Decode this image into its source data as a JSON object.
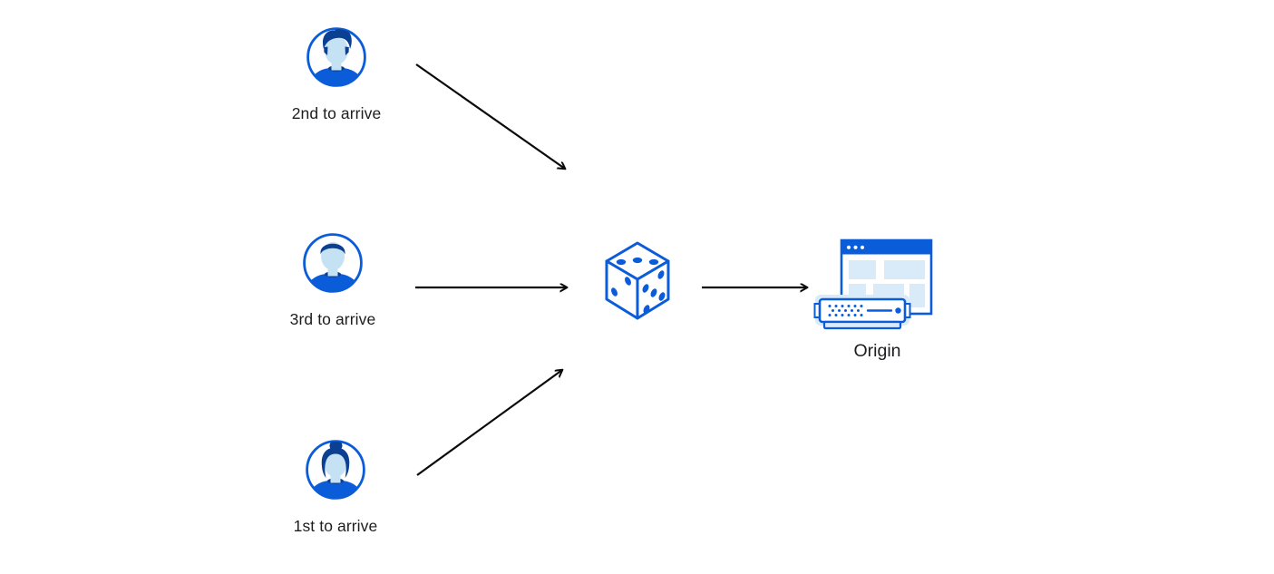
{
  "diagram": {
    "background": "#ffffff",
    "colors": {
      "primary": "#0b5cd9",
      "dark": "#0a3f92",
      "skin": "#c5e1f4",
      "light": "#d9eaf8",
      "text": "#1d1d1f",
      "arrow": "#0a0a0a"
    },
    "clients": [
      {
        "id": "client-2nd",
        "label": "2nd to arrive",
        "icon": "user-avatar-man-pompadour-icon"
      },
      {
        "id": "client-3rd",
        "label": "3rd to arrive",
        "icon": "user-avatar-man-short-hair-icon"
      },
      {
        "id": "client-1st",
        "label": "1st to arrive",
        "icon": "user-avatar-woman-bun-icon"
      }
    ],
    "randomizer": {
      "icon": "dice-icon"
    },
    "origin": {
      "label": "Origin",
      "icon": "origin-server-icon"
    }
  }
}
